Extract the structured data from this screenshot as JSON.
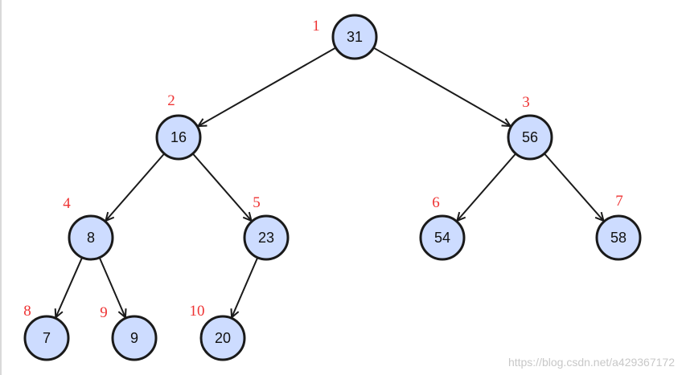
{
  "diagram": {
    "colors": {
      "node_fill": "#cddcff",
      "node_stroke": "#1a1a1a",
      "edge": "#1a1a1a",
      "index": "#ee3333"
    },
    "nodes": [
      {
        "id": "n1",
        "value": "31",
        "index": "1"
      },
      {
        "id": "n2",
        "value": "16",
        "index": "2"
      },
      {
        "id": "n3",
        "value": "56",
        "index": "3"
      },
      {
        "id": "n4",
        "value": "8",
        "index": "4"
      },
      {
        "id": "n5",
        "value": "23",
        "index": "5"
      },
      {
        "id": "n6",
        "value": "54",
        "index": "6"
      },
      {
        "id": "n7",
        "value": "58",
        "index": "7"
      },
      {
        "id": "n8",
        "value": "7",
        "index": "8"
      },
      {
        "id": "n9",
        "value": "9",
        "index": "9"
      },
      {
        "id": "n10",
        "value": "20",
        "index": "10"
      }
    ],
    "edges": [
      {
        "from": "n1",
        "to": "n2"
      },
      {
        "from": "n1",
        "to": "n3"
      },
      {
        "from": "n2",
        "to": "n4"
      },
      {
        "from": "n2",
        "to": "n5"
      },
      {
        "from": "n3",
        "to": "n6"
      },
      {
        "from": "n3",
        "to": "n7"
      },
      {
        "from": "n4",
        "to": "n8"
      },
      {
        "from": "n4",
        "to": "n9"
      },
      {
        "from": "n5",
        "to": "n10"
      }
    ]
  },
  "watermark": "https://blog.csdn.net/a429367172"
}
